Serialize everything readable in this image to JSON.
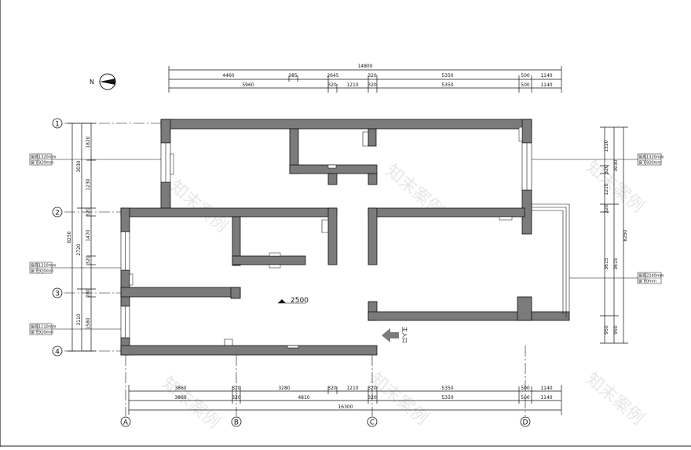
{
  "drawing": {
    "north_label": "N",
    "elevation_label": "2500",
    "entrance_label": "主入口",
    "watermark_text": "知末案例",
    "colors": {
      "wall": "#7b7b7b",
      "line": "#111111",
      "background": "#ffffff"
    }
  },
  "top_dims": {
    "total": "14800",
    "row1": [
      "4460",
      "385",
      "2645",
      "320",
      "5350",
      "500",
      "1140"
    ],
    "row2": [
      "5960",
      "320",
      "1210",
      "320",
      "5350",
      "500",
      "1140"
    ]
  },
  "bottom_dims": {
    "row1": [
      "3860",
      "320",
      "3280",
      "320",
      "1210",
      "320",
      "5350",
      "500",
      "1140"
    ],
    "row2": [
      "3860",
      "320",
      "4810",
      "320",
      "5350",
      "500",
      "1140"
    ],
    "total": "16300"
  },
  "left_dims": {
    "inner": [
      "1820",
      "1230",
      "320",
      "1470",
      "320",
      "280",
      "1580"
    ],
    "mid": [
      "3030",
      "2720",
      "3110"
    ],
    "total": "8250"
  },
  "right_dims": {
    "inner": [
      "1520",
      "320",
      "1210",
      "320",
      "3615",
      "950"
    ],
    "mid": [
      "3030",
      "3615",
      "950"
    ],
    "total": "8250"
  },
  "axes": {
    "rows": [
      "1",
      "2",
      "3",
      "4"
    ],
    "cols": [
      "A",
      "B",
      "C",
      "D"
    ]
  },
  "window_tags": {
    "left_1": {
      "l1": "窗高",
      "v1": "1320mm",
      "l2": "窗下",
      "v2": "920mm"
    },
    "left_2": {
      "l1": "窗高",
      "v1": "1310mm",
      "l2": "窗下",
      "v2": "920mm"
    },
    "left_3": {
      "l1": "窗高",
      "v1": "1110mm",
      "l2": "窗下",
      "v2": "920mm"
    },
    "right_1": {
      "l1": "窗高",
      "v1": "1320mm",
      "l2": "窗下",
      "v2": "920mm"
    },
    "right_2": {
      "l1": "窗高",
      "v1": "2240mm",
      "l2": "窗下",
      "v2": "0mm"
    }
  }
}
